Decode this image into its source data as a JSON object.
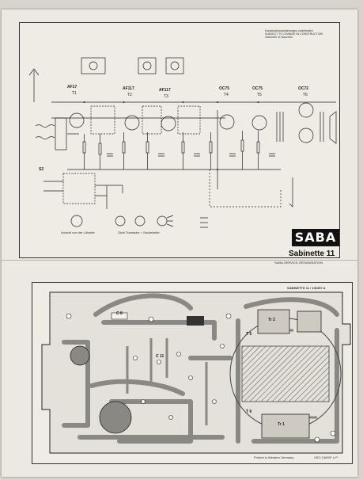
{
  "schematic": {
    "header_note": "Konstruktionsänderungen vorbehalten\nSUBJECT TO CHANGE IN CONSTRUCTION\nSabinette 11 Baureihe",
    "brand": "SABA",
    "model": "Sabinette 11",
    "org_note": "SABA-SERVICE-ORGANISATION",
    "transistors": [
      {
        "type": "AF17",
        "ref": "T1"
      },
      {
        "type": "AF117",
        "ref": "T2"
      },
      {
        "type": "AF117",
        "ref": "T3"
      },
      {
        "type": "OC75",
        "ref": "T4"
      },
      {
        "type": "OC75",
        "ref": "T5"
      },
      {
        "type": "OC72",
        "ref": "T6"
      }
    ],
    "switch_label": "S2",
    "bottom_captions": [
      "Ansicht von der Lötseite",
      "Sicht Transistor = Sockelseite"
    ]
  },
  "layout_sheet": {
    "title": "SABINETTE 11 / 106357 A",
    "parts": [
      "C 8",
      "C 11",
      "Tr 2",
      "Tr 1",
      "T 5",
      "T 6"
    ],
    "printed_in": "Printed in Western Germany",
    "doc_ref": "VSO 106357 e P"
  },
  "colors": {
    "paper": "#ece9e2",
    "ink": "#222222",
    "copper": "#8a8882"
  }
}
